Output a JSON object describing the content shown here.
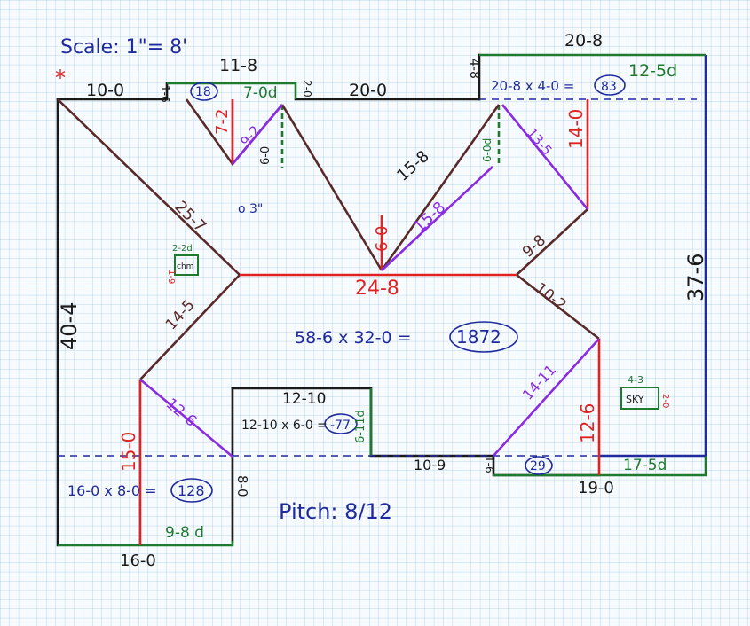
{
  "scale_label": "Scale: 1\"= 8'",
  "pitch_label": "Pitch: 8/12",
  "marker": "*",
  "dims_black": {
    "top_left": "10-0",
    "top_mid": "20-0",
    "top_notch_left": "11-8",
    "top_right": "20-8",
    "notch_1": "1-6",
    "notch_2": "2-0",
    "notch_3": "4-8",
    "left": "40-4",
    "right": "37-6",
    "bottom_left": "16-0",
    "bottom_mid": "10-9",
    "bottom_right": "19-0",
    "step_left": "8-0",
    "step_right": "1-6",
    "inset_top": "12-10",
    "ridge_left": "6-0",
    "hip_1": "25-7",
    "hip_2": "15-8",
    "hip_3": "14-5",
    "hip_4": "10-2",
    "hip_5": "9-8"
  },
  "dims_red": {
    "ridge_main": "24-8",
    "valley_center": "6-0",
    "left_valley": "7-2",
    "right_valley": "14-0",
    "left_lower": "15-0",
    "right_lower": "12-6",
    "chimney_h": "1-9",
    "sky_h": "2-0"
  },
  "dims_purple": {
    "p1": "9-2",
    "p2": "15-8",
    "p3": "13-5",
    "p4": "12-6",
    "p5": "14-11"
  },
  "dims_green": {
    "eave_top_left": "7-0d",
    "eave_top_right": "12-5d",
    "eave_bottom_left": "9-8 d",
    "eave_bottom_right": "17-5d",
    "inset_eave": "6-11d",
    "dormer_right": "6-0d",
    "chimney_w": "2-2d",
    "sky_w": "4-3"
  },
  "areas": {
    "main": "58-6 x 32-0 =",
    "main_total": "1872",
    "top_right": "20-8 x 4-0 =",
    "top_right_total": "83",
    "bottom_left": "16-0 x 8-0 =",
    "bottom_left_total": "128",
    "inset": "12-10 x 6-0 =",
    "inset_total": "-77",
    "top_left_total": "18",
    "bottom_right_total": "29"
  },
  "labels": {
    "chimney": "chm",
    "skylight": "SKY",
    "point": "o 3\""
  },
  "colors": {
    "black": "#1a1a1a",
    "blue": "#1f2a9e",
    "red": "#e02222",
    "purple": "#8a2be2",
    "green": "#1e7a2e",
    "brown": "#5a2a2a",
    "grid": "#a9cde8"
  }
}
